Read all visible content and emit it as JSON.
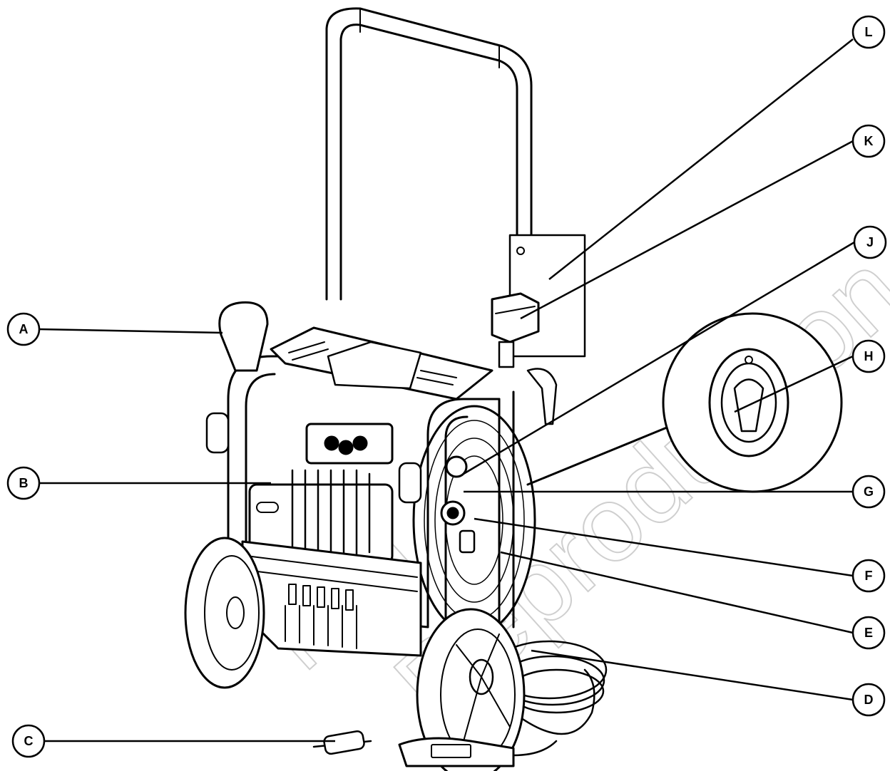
{
  "diagram": {
    "subject": "pressure-washer-parts-diagram",
    "callouts": [
      {
        "id": "A",
        "label": "A"
      },
      {
        "id": "B",
        "label": "B"
      },
      {
        "id": "C",
        "label": "C"
      },
      {
        "id": "D",
        "label": "D"
      },
      {
        "id": "E",
        "label": "E"
      },
      {
        "id": "F",
        "label": "F"
      },
      {
        "id": "G",
        "label": "G"
      },
      {
        "id": "H",
        "label": "H"
      },
      {
        "id": "J",
        "label": "J"
      },
      {
        "id": "K",
        "label": "K"
      },
      {
        "id": "L",
        "label": "L"
      }
    ],
    "watermark": {
      "line1": "Not for",
      "line2": "Reproduction"
    },
    "colors": {
      "line": "#000000",
      "paper": "#ffffff",
      "watermark": "#cfcfcf"
    }
  }
}
